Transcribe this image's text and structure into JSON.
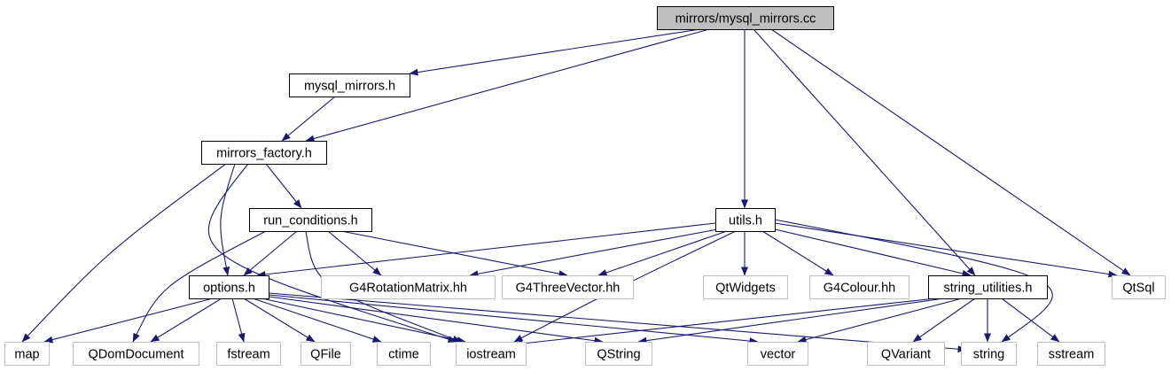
{
  "colors": {
    "edge": "#191970",
    "node_border_local": "#000000",
    "node_border_external": "#bfbfbf",
    "root_fill": "#bfbfbf",
    "node_fill": "#ffffff",
    "text": "#000000"
  },
  "nodes": [
    {
      "id": "mysql_mirrors_cc",
      "label": "mirrors/mysql_mirrors.cc",
      "kind": "root"
    },
    {
      "id": "mysql_mirrors_h",
      "label": "mysql_mirrors.h",
      "kind": "local"
    },
    {
      "id": "mirrors_factory_h",
      "label": "mirrors_factory.h",
      "kind": "local"
    },
    {
      "id": "run_conditions_h",
      "label": "run_conditions.h",
      "kind": "local"
    },
    {
      "id": "utils_h",
      "label": "utils.h",
      "kind": "local"
    },
    {
      "id": "options_h",
      "label": "options.h",
      "kind": "local"
    },
    {
      "id": "string_utilities_h",
      "label": "string_utilities.h",
      "kind": "local"
    },
    {
      "id": "G4RotationMatrix_hh",
      "label": "G4RotationMatrix.hh",
      "kind": "external"
    },
    {
      "id": "G4ThreeVector_hh",
      "label": "G4ThreeVector.hh",
      "kind": "external"
    },
    {
      "id": "QtWidgets",
      "label": "QtWidgets",
      "kind": "external"
    },
    {
      "id": "G4Colour_hh",
      "label": "G4Colour.hh",
      "kind": "external"
    },
    {
      "id": "QtSql",
      "label": "QtSql",
      "kind": "external"
    },
    {
      "id": "map",
      "label": "map",
      "kind": "external"
    },
    {
      "id": "QDomDocument",
      "label": "QDomDocument",
      "kind": "external"
    },
    {
      "id": "fstream",
      "label": "fstream",
      "kind": "external"
    },
    {
      "id": "QFile",
      "label": "QFile",
      "kind": "external"
    },
    {
      "id": "ctime",
      "label": "ctime",
      "kind": "external"
    },
    {
      "id": "iostream",
      "label": "iostream",
      "kind": "external"
    },
    {
      "id": "QString",
      "label": "QString",
      "kind": "external"
    },
    {
      "id": "vector",
      "label": "vector",
      "kind": "external"
    },
    {
      "id": "QVariant",
      "label": "QVariant",
      "kind": "external"
    },
    {
      "id": "string",
      "label": "string",
      "kind": "external"
    },
    {
      "id": "sstream",
      "label": "sstream",
      "kind": "external"
    }
  ],
  "edges": [
    {
      "from": "mysql_mirrors_cc",
      "to": "mysql_mirrors_h"
    },
    {
      "from": "mysql_mirrors_cc",
      "to": "mirrors_factory_h"
    },
    {
      "from": "mysql_mirrors_cc",
      "to": "utils_h"
    },
    {
      "from": "mysql_mirrors_cc",
      "to": "string_utilities_h"
    },
    {
      "from": "mysql_mirrors_cc",
      "to": "QtSql"
    },
    {
      "from": "mysql_mirrors_h",
      "to": "mirrors_factory_h"
    },
    {
      "from": "mirrors_factory_h",
      "to": "map"
    },
    {
      "from": "mirrors_factory_h",
      "to": "iostream"
    },
    {
      "from": "mirrors_factory_h",
      "to": "options_h"
    },
    {
      "from": "mirrors_factory_h",
      "to": "run_conditions_h"
    },
    {
      "from": "run_conditions_h",
      "to": "options_h"
    },
    {
      "from": "run_conditions_h",
      "to": "QDomDocument"
    },
    {
      "from": "run_conditions_h",
      "to": "iostream"
    },
    {
      "from": "run_conditions_h",
      "to": "G4RotationMatrix_hh"
    },
    {
      "from": "run_conditions_h",
      "to": "G4ThreeVector_hh"
    },
    {
      "from": "utils_h",
      "to": "options_h"
    },
    {
      "from": "utils_h",
      "to": "G4RotationMatrix_hh"
    },
    {
      "from": "utils_h",
      "to": "G4ThreeVector_hh"
    },
    {
      "from": "utils_h",
      "to": "QtWidgets"
    },
    {
      "from": "utils_h",
      "to": "G4Colour_hh"
    },
    {
      "from": "utils_h",
      "to": "string_utilities_h"
    },
    {
      "from": "utils_h",
      "to": "QtSql"
    },
    {
      "from": "utils_h",
      "to": "iostream"
    },
    {
      "from": "utils_h",
      "to": "string"
    },
    {
      "from": "options_h",
      "to": "map"
    },
    {
      "from": "options_h",
      "to": "QDomDocument"
    },
    {
      "from": "options_h",
      "to": "fstream"
    },
    {
      "from": "options_h",
      "to": "QFile"
    },
    {
      "from": "options_h",
      "to": "ctime"
    },
    {
      "from": "options_h",
      "to": "iostream"
    },
    {
      "from": "options_h",
      "to": "QString"
    },
    {
      "from": "options_h",
      "to": "vector"
    },
    {
      "from": "options_h",
      "to": "string"
    },
    {
      "from": "string_utilities_h",
      "to": "iostream"
    },
    {
      "from": "string_utilities_h",
      "to": "QString"
    },
    {
      "from": "string_utilities_h",
      "to": "vector"
    },
    {
      "from": "string_utilities_h",
      "to": "QVariant"
    },
    {
      "from": "string_utilities_h",
      "to": "string"
    },
    {
      "from": "string_utilities_h",
      "to": "sstream"
    }
  ]
}
